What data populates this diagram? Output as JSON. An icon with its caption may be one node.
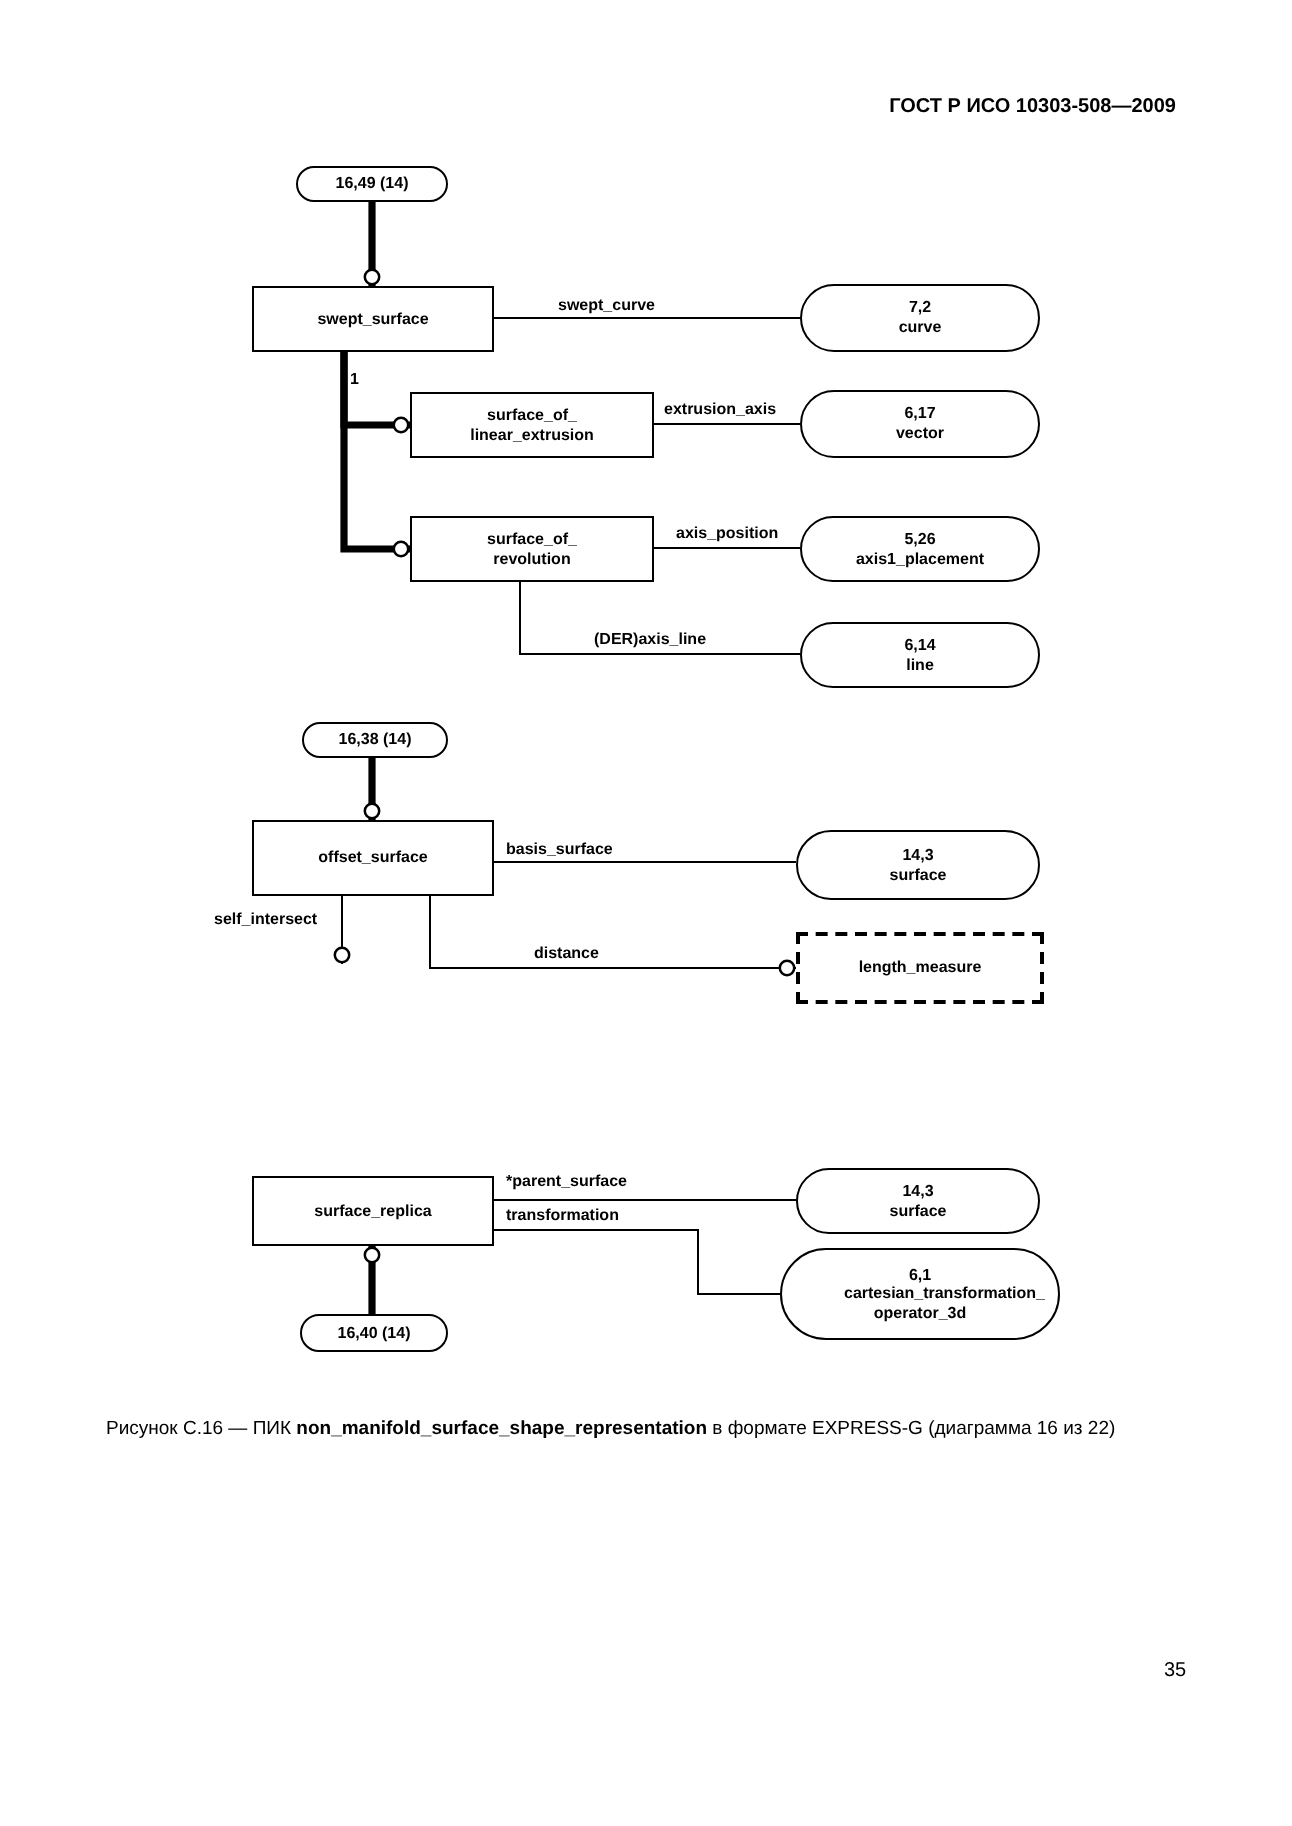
{
  "diagram": {
    "caption": "Рисунок С.16 — ПИК **non_manifold_surface_shape_representation** в формате EXPRESS-G (диаграмма 16 из 22)",
    "nodes": [
      {
        "text": [
          "16,49 (14)"
        ]
      },
      {
        "text": [
          "swept_surface"
        ]
      },
      {
        "text": [
          "7,2",
          "curve"
        ]
      },
      {
        "text": [
          "surface_of_ linear_extrusion"
        ]
      },
      {
        "text": [
          "6,17",
          "vector"
        ]
      },
      {
        "text": [
          "surface_of_ revolution"
        ]
      },
      {
        "text": [
          "5,26",
          "axis1_placement"
        ]
      },
      {
        "text": [
          "6,14",
          "line"
        ]
      },
      {
        "text": [
          "16,38 (14)"
        ]
      },
      {
        "text": [
          "offset_surface"
        ]
      },
      {
        "text": [
          "14,3",
          "surface"
        ]
      },
      {
        "text": [
          "length_measure"
        ]
      },
      {
        "text": [
          "surface_replica"
        ]
      },
      {
        "text": [
          "14,3",
          "surface"
        ]
      },
      {
        "text": [
          "6,1",
          "cartesian_transformation_ operator_3d"
        ]
      },
      {
        "text": [
          "16,40 (14)"
        ]
      }
    ],
    "edges": [
      {
        "from": 0,
        "to": 1,
        "arrow": "other",
        "style": "thick"
      },
      {
        "from": 1,
        "to": 2,
        "arrow": "none",
        "label": "swept_curve"
      },
      {
        "from": 1,
        "to": 3,
        "arrow": "other",
        "style": "thick"
      },
      {
        "from": 1,
        "to": 5,
        "arrow": "other",
        "style": "thick"
      },
      {
        "from": 3,
        "to": 4,
        "arrow": "none",
        "label": "extrusion_axis"
      },
      {
        "from": 5,
        "to": 6,
        "arrow": "none",
        "label": "axis_position"
      },
      {
        "from": 5,
        "to": 7,
        "arrow": "none",
        "label": "(DER)axis_line"
      },
      {
        "from": 8,
        "to": 9,
        "arrow": "other",
        "style": "thick"
      },
      {
        "from": 9,
        "to": 10,
        "arrow": "none",
        "label": "basis_surface"
      },
      {
        "from": 9,
        "to": null,
        "arrow": "other",
        "label": "self_intersect"
      },
      {
        "from": 9,
        "to": 11,
        "arrow": "other",
        "label": "distance"
      },
      {
        "from": 12,
        "to": 13,
        "arrow": "none",
        "label": "*parent_surface"
      },
      {
        "from": 12,
        "to": 14,
        "arrow": "none",
        "label": "transformation"
      },
      {
        "from": 15,
        "to": 12,
        "arrow": "other",
        "style": "thick"
      }
    ],
    "labels": [
      "ГОСТ Р ИСО 10303-508—2009",
      "1",
      "35"
    ]
  }
}
